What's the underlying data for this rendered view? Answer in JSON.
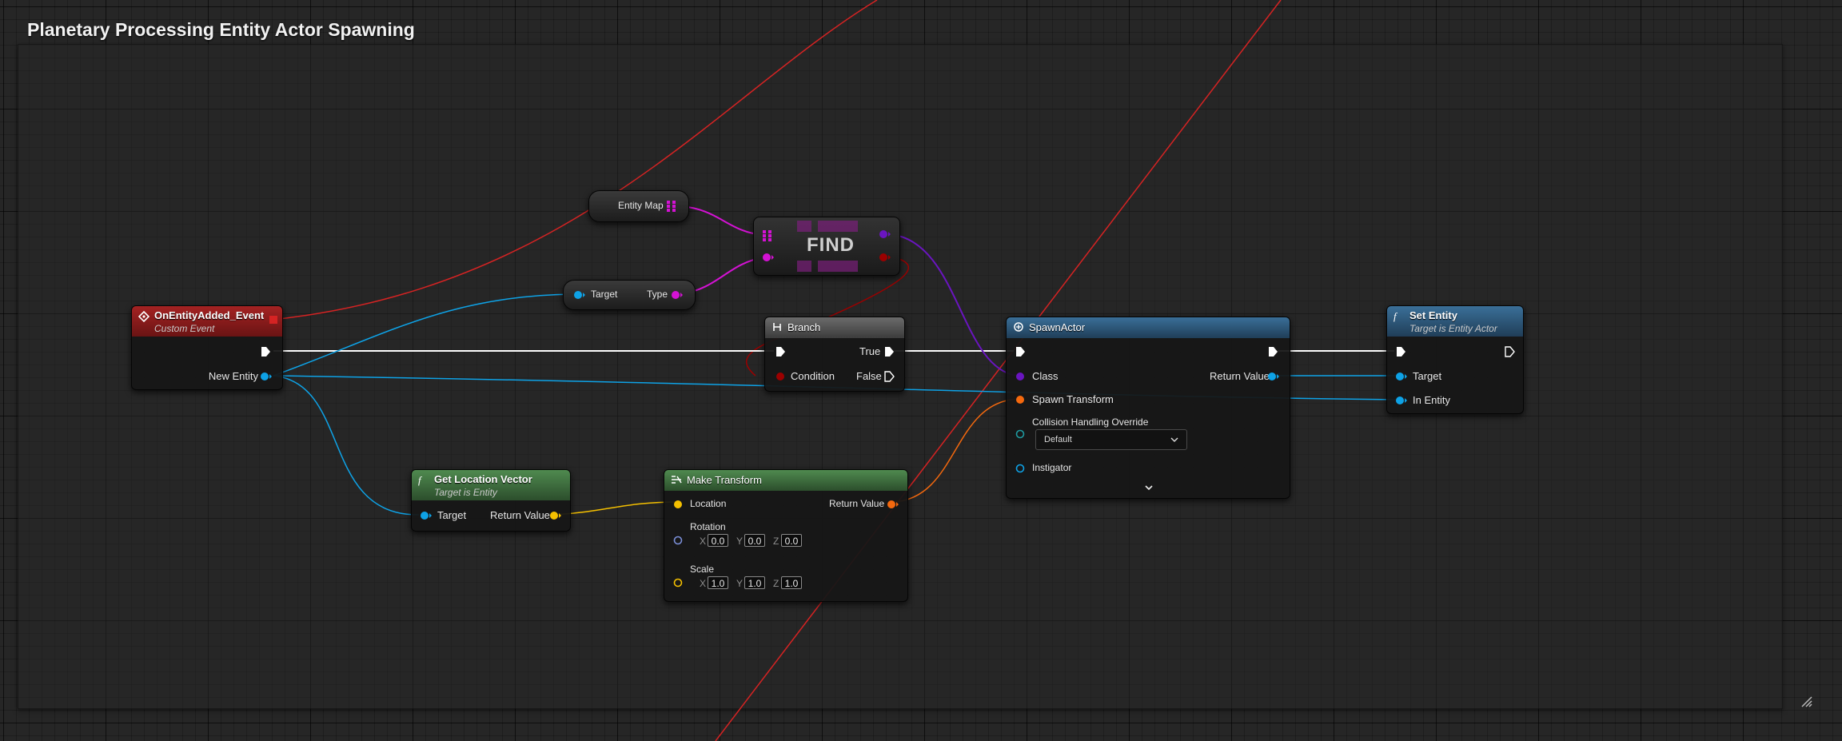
{
  "comment": {
    "title": "Planetary Processing Entity Actor Spawning"
  },
  "colors": {
    "exec": "#ffffff",
    "object": "#0ea2e6",
    "map": "#d412d4",
    "class": "#6a15c0",
    "transform": "#f5690e",
    "vector": "#f5c000",
    "bool": "#9b0000",
    "event_header": "#9b1f1f",
    "func_header": "#3f6f3f",
    "setter_header": "#2e5f86",
    "branch_header": "#5a5a5a",
    "spawn_header": "#2e5f86",
    "wire_red": "#d52323"
  },
  "nodes": {
    "event": {
      "title": "OnEntityAdded_Event",
      "subtitle": "Custom Event",
      "pin_out": "New Entity",
      "icon": "event-diamond-icon"
    },
    "entity_map": {
      "label": "Entity Map"
    },
    "find": {
      "title": "FIND"
    },
    "target_type": {
      "target": "Target",
      "type": "Type"
    },
    "branch": {
      "title": "Branch",
      "true_label": "True",
      "false_label": "False",
      "condition": "Condition"
    },
    "spawn": {
      "title": "SpawnActor",
      "class": "Class",
      "spawn_transform": "Spawn Transform",
      "collision": "Collision Handling Override",
      "collision_value": "Default",
      "instigator": "Instigator",
      "return_value": "Return Value"
    },
    "set_entity": {
      "title": "Set Entity",
      "subtitle": "Target is Entity Actor",
      "target": "Target",
      "in_entity": "In Entity"
    },
    "get_location": {
      "title": "Get Location Vector",
      "subtitle": "Target is Entity",
      "target": "Target",
      "return_value": "Return Value"
    },
    "make_transform": {
      "title": "Make Transform",
      "location": "Location",
      "rotation": "Rotation",
      "scale": "Scale",
      "return_value": "Return Value",
      "axis_x": "X",
      "axis_y": "Y",
      "axis_z": "Z",
      "rot_x": "0.0",
      "rot_y": "0.0",
      "rot_z": "0.0",
      "scale_x": "1.0",
      "scale_y": "1.0",
      "scale_z": "1.0"
    }
  }
}
